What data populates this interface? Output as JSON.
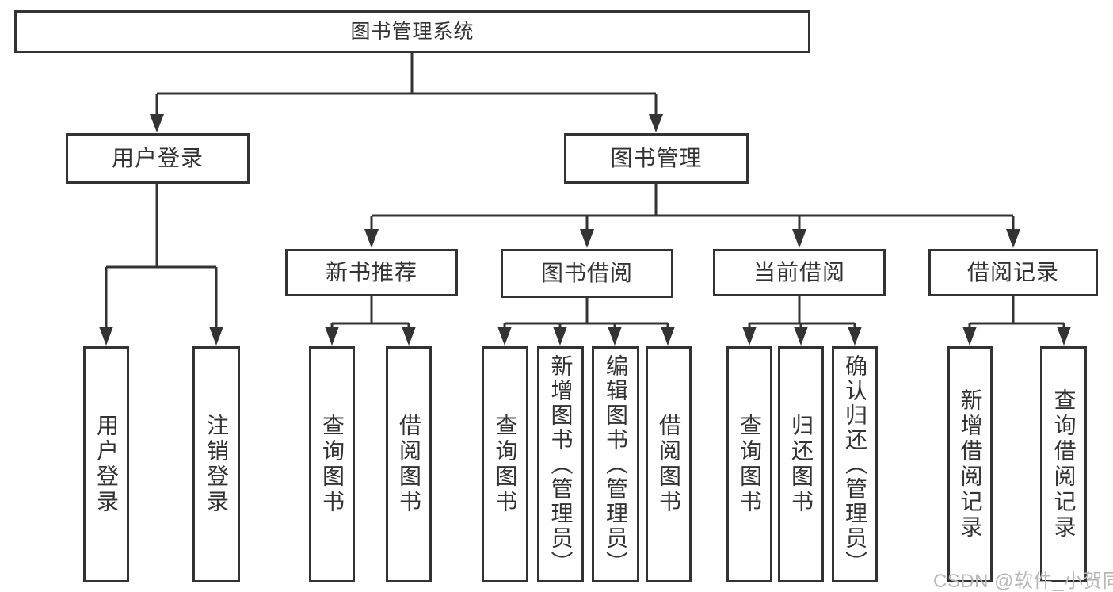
{
  "colors": {
    "line": "#333333",
    "box_border": "#333333",
    "text": "#333333",
    "watermark": "#b8b8b8",
    "background": "#ffffff"
  },
  "diagram": {
    "root": {
      "label": "图书管理系统",
      "children": [
        {
          "label": "用户登录",
          "children": [
            {
              "label": "用户登录"
            },
            {
              "label": "注销登录"
            }
          ]
        },
        {
          "label": "图书管理",
          "children": [
            {
              "label": "新书推荐",
              "children": [
                {
                  "label": "查询图书"
                },
                {
                  "label": "借阅图书"
                }
              ]
            },
            {
              "label": "图书借阅",
              "children": [
                {
                  "label": "查询图书"
                },
                {
                  "label": "新增图书（管理员）"
                },
                {
                  "label": "编辑图书（管理员）"
                },
                {
                  "label": "借阅图书"
                }
              ]
            },
            {
              "label": "当前借阅",
              "children": [
                {
                  "label": "查询图书"
                },
                {
                  "label": "归还图书"
                },
                {
                  "label": "确认归还（管理员）"
                }
              ]
            },
            {
              "label": "借阅记录",
              "children": [
                {
                  "label": "新增借阅记录"
                },
                {
                  "label": "查询借阅记录"
                }
              ]
            }
          ]
        }
      ]
    }
  },
  "watermark": {
    "text": "CSDN @软件_小贺同学"
  }
}
